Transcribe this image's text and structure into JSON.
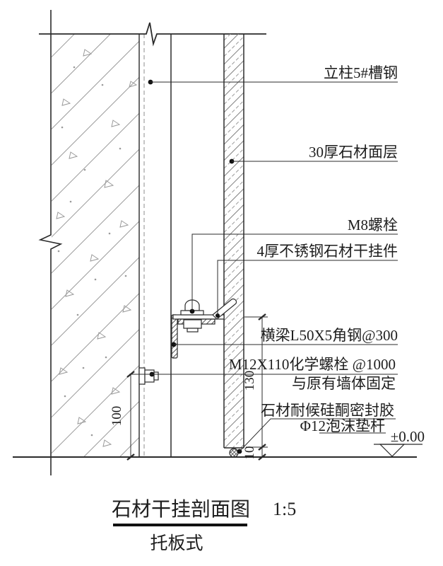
{
  "drawing": {
    "labels": {
      "column": "立柱5#槽钢",
      "stone": "30厚石材面层",
      "m8_bolt": "M8螺栓",
      "hanger": "4厚不锈钢石材干挂件",
      "beam": "横梁L50X5角钢@300",
      "anchor": "M12X110化学螺栓 @1000",
      "anchor_note": "与原有墙体固定",
      "sealant": "石材耐候硅酮密封胶",
      "foam_rod": "Φ12泡沫垫杆",
      "level": "±0.00"
    },
    "dimensions": {
      "bracket_to_floor": "130",
      "anchor_to_floor": "100",
      "bottom_joint": "10"
    },
    "title": {
      "text": "石材干挂剖面图",
      "scale": "1:5",
      "subtitle": "托板式"
    },
    "colors": {
      "line": "#2b2b2b",
      "hatch": "#9a9a9a",
      "background": "#ffffff"
    }
  }
}
